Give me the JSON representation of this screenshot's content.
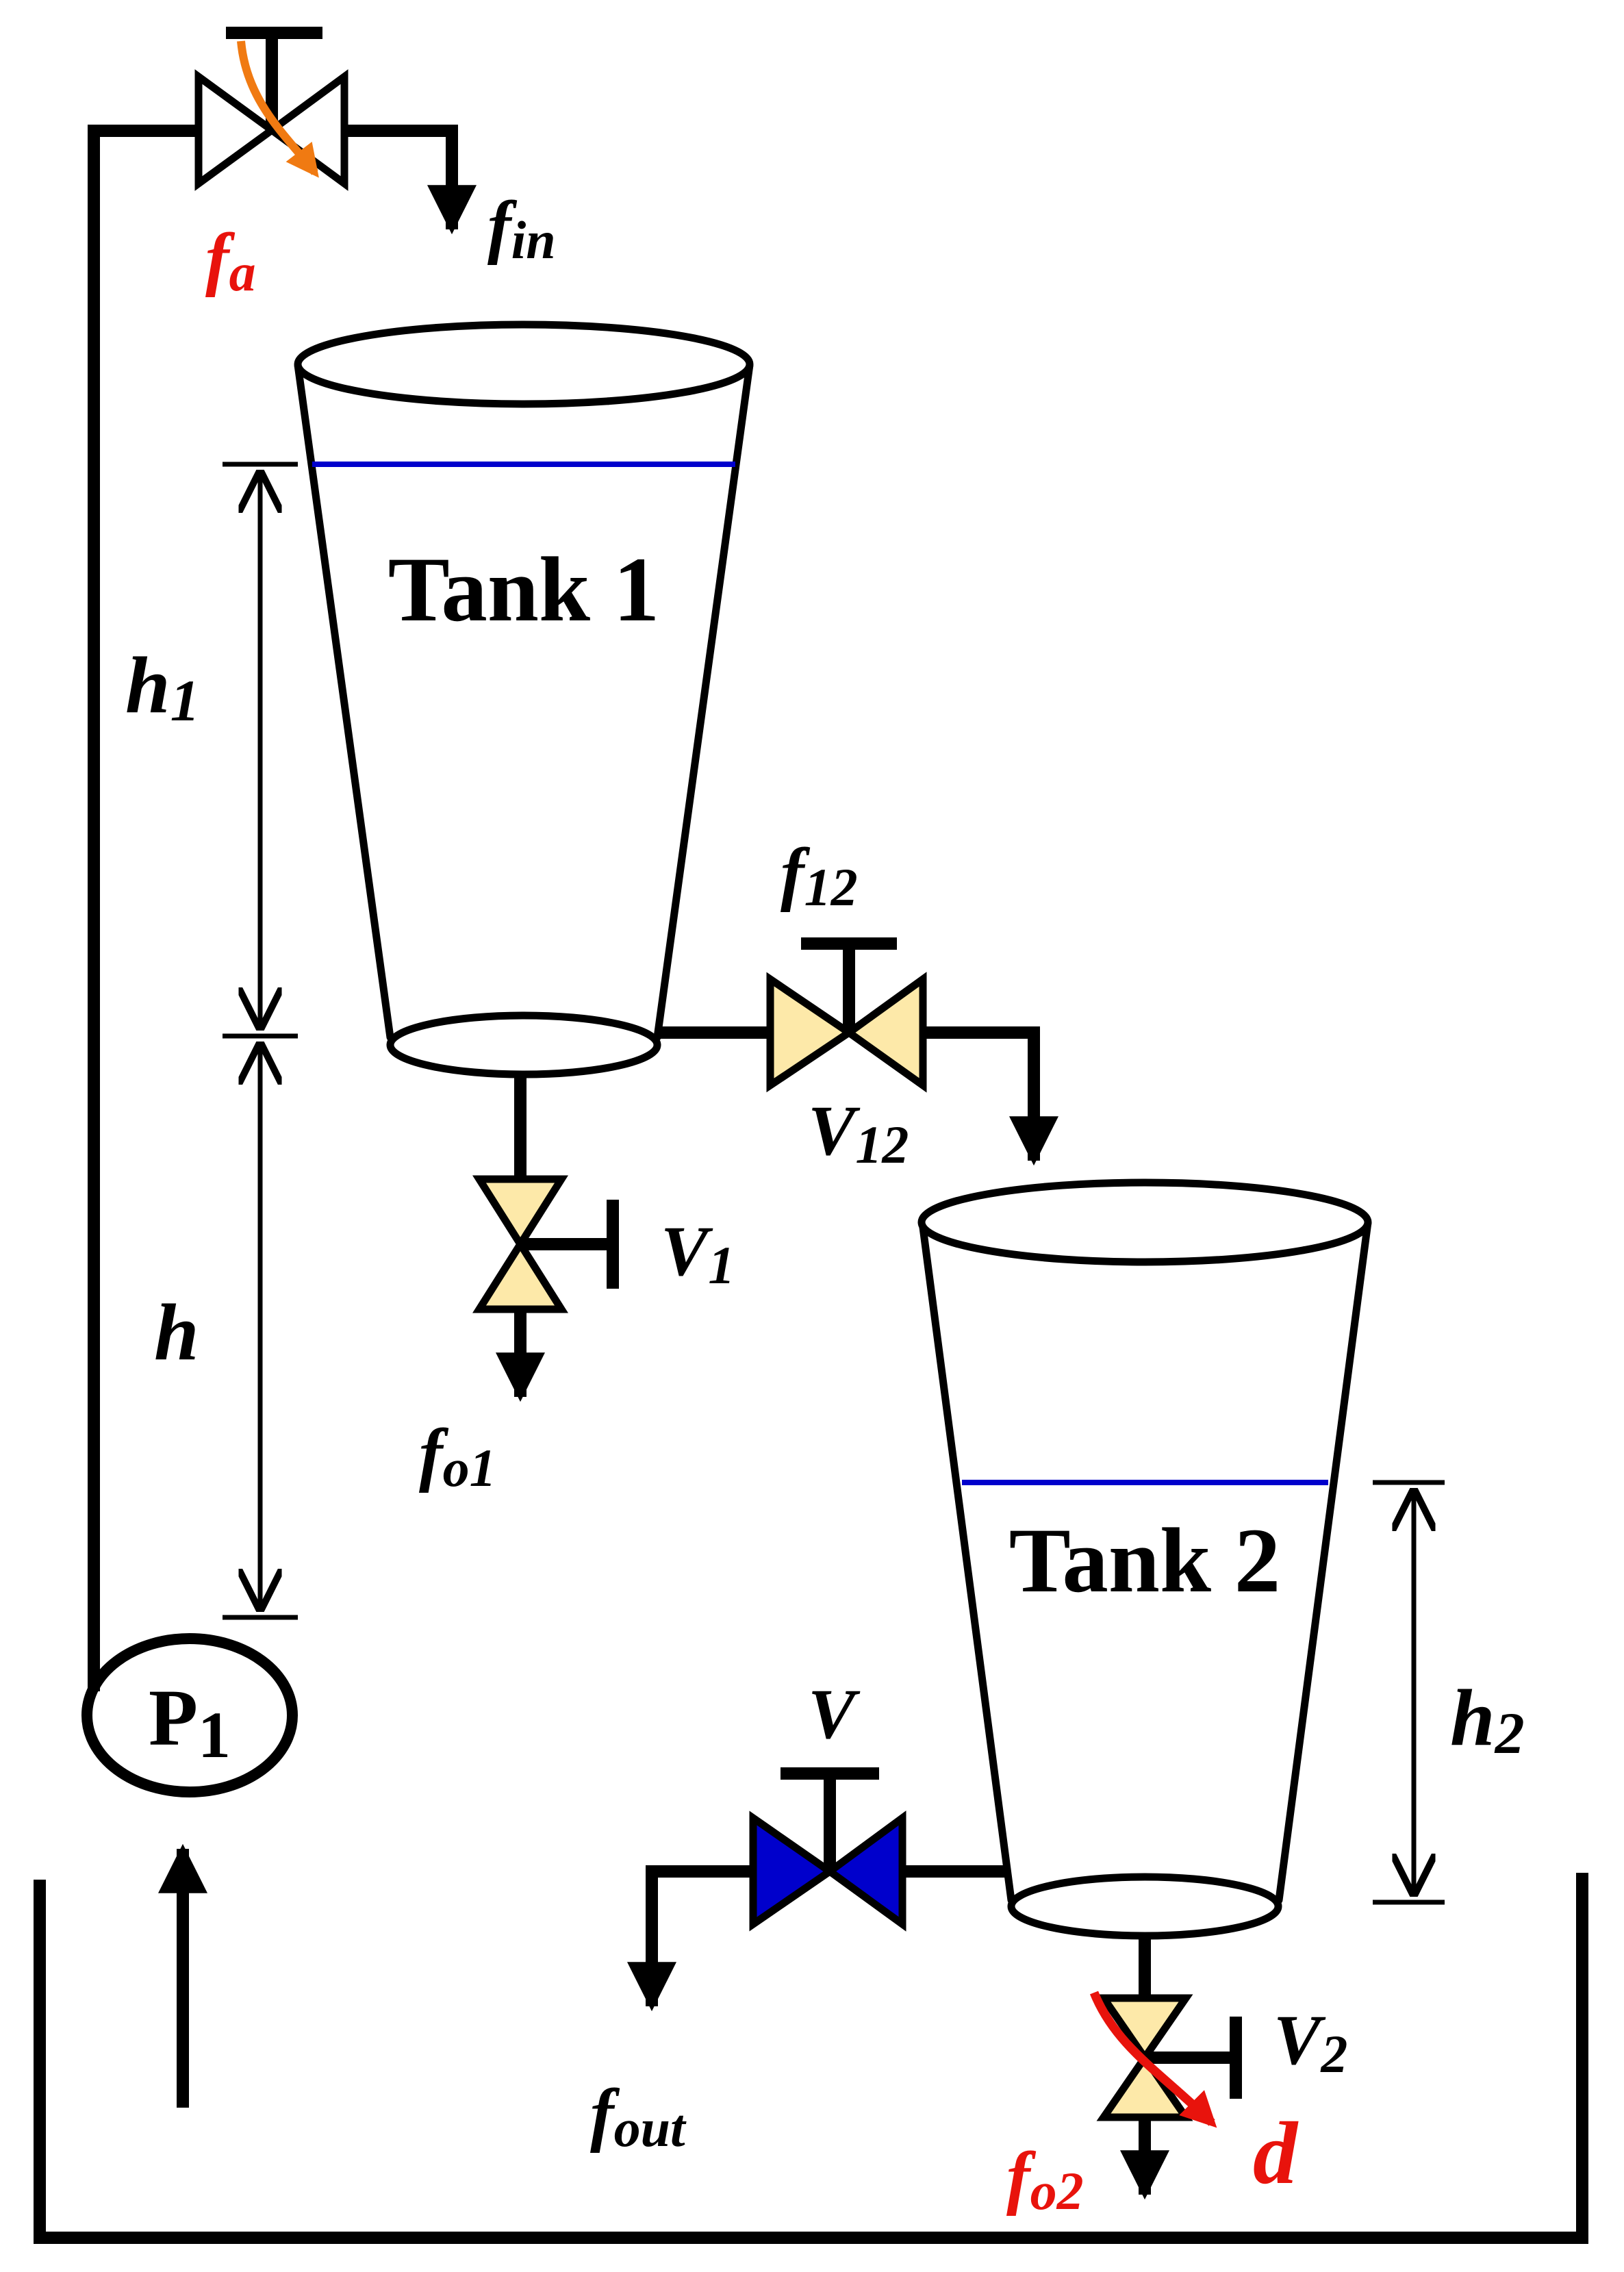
{
  "colors": {
    "line": "#000000",
    "water_level": "#0000cc",
    "valve_fill": "#fde9a9",
    "control_valve_fill": "#0000cc",
    "fault_red": "#e8130c",
    "fault_orange": "#f07a12"
  },
  "tank1": {
    "label": "Tank 1"
  },
  "tank2": {
    "label": "Tank 2"
  },
  "pump": {
    "letter": "P",
    "sub": "1"
  },
  "heights": {
    "h1": {
      "base": "h",
      "sub": "1"
    },
    "h": {
      "base": "h"
    },
    "h2": {
      "base": "h",
      "sub": "2"
    }
  },
  "flows": {
    "f_in": {
      "base": "f",
      "sub": "in"
    },
    "f_a": {
      "base": "f",
      "sub": "a"
    },
    "f_12": {
      "base": "f",
      "sub": "12"
    },
    "f_o1": {
      "base": "f",
      "sub": "o1"
    },
    "f_o2": {
      "base": "f",
      "sub": "o2"
    },
    "f_out": {
      "base": "f",
      "sub": "out"
    }
  },
  "valves": {
    "V12": {
      "base": "V",
      "sub": "12"
    },
    "V1": {
      "base": "V",
      "sub": "1"
    },
    "V2": {
      "base": "V",
      "sub": "2"
    },
    "V": {
      "base": "V"
    }
  },
  "disturbance": {
    "label": "d"
  }
}
